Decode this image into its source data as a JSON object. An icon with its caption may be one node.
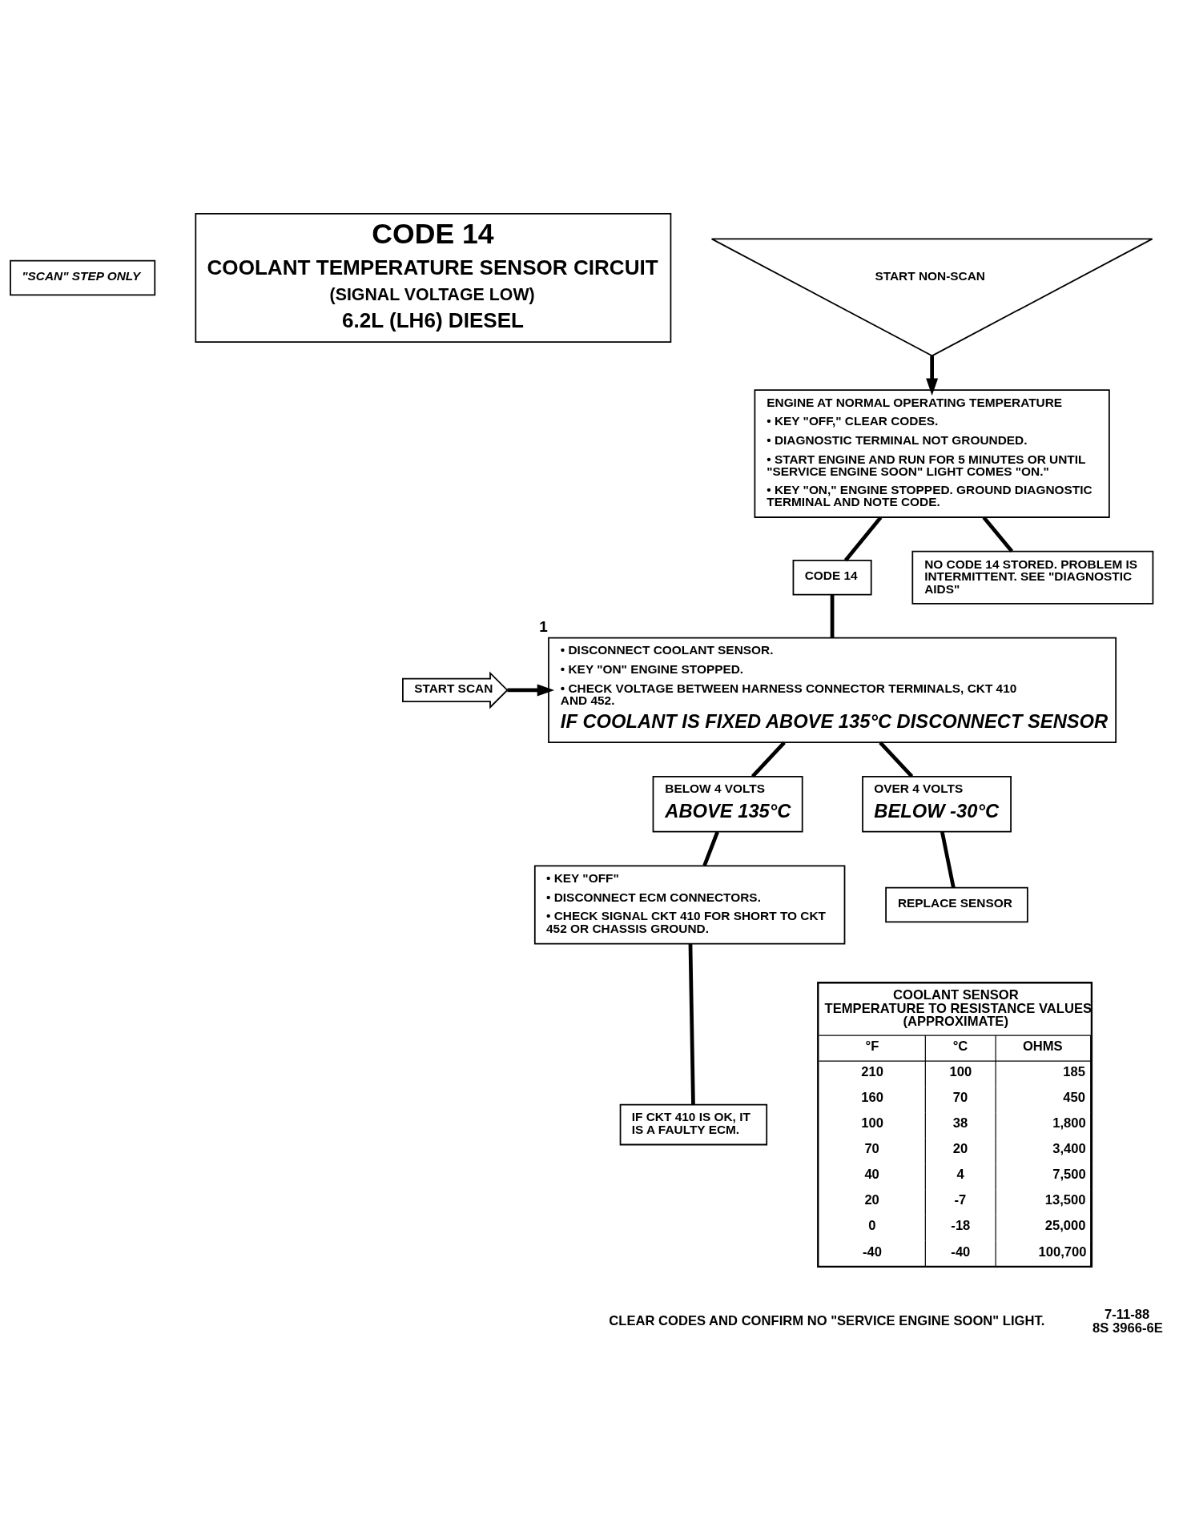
{
  "diagram": {
    "nodes": [
      {
        "text": [
          "\"SCAN\" STEP ONLY"
        ]
      },
      {
        "text": [
          "CODE 14",
          "COOLANT TEMPERATURE SENSOR CIRCUIT",
          "(SIGNAL VOLTAGE LOW)",
          "6.2L (LH6) DIESEL"
        ]
      },
      {
        "text": [
          "START NON-SCAN"
        ]
      },
      {
        "text": [
          "ENGINE AT NORMAL OPERATING TEMPERATURE",
          "• KEY \"OFF,\" CLEAR CODES.",
          "• DIAGNOSTIC TERMINAL NOT GROUNDED.",
          "• START ENGINE AND RUN FOR 5 MINUTES OR UNTIL \"SERVICE ENGINE SOON\" LIGHT COMES \"ON.\"",
          "• KEY \"ON,\" ENGINE STOPPED. GROUND DIAGNOSTIC TERMINAL AND NOTE CODE."
        ]
      },
      {
        "text": [
          "CODE 14"
        ]
      },
      {
        "text": [
          "NO CODE 14 STORED. PROBLEM IS INTERMITTENT. SEE \"DIAGNOSTIC AIDS\""
        ]
      },
      {
        "text": [
          "START SCAN"
        ]
      },
      {
        "text": [
          "• DISCONNECT COOLANT SENSOR.",
          "• KEY \"ON\" ENGINE STOPPED.",
          "• CHECK VOLTAGE BETWEEN HARNESS CONNECTOR TERMINALS, CKT 410 AND 452.",
          "IF COOLANT IS FIXED ABOVE 135°C DISCONNECT SENSOR"
        ],
        "beside": [
          "1"
        ]
      },
      {
        "text": [
          "BELOW 4 VOLTS",
          "ABOVE 135°C"
        ]
      },
      {
        "text": [
          "OVER 4 VOLTS",
          "BELOW -30°C"
        ]
      },
      {
        "text": [
          "REPLACE SENSOR"
        ]
      },
      {
        "text": [
          "• KEY \"OFF\"",
          "• DISCONNECT ECM CONNECTORS.",
          "• CHECK SIGNAL CKT 410 FOR SHORT TO CKT 452 OR CHASSIS GROUND."
        ]
      },
      {
        "text": [
          "IF CKT 410 IS OK, IT IS A FAULTY ECM."
        ]
      }
    ],
    "edges": [
      {
        "from": 2,
        "to": 3,
        "arrow": "to"
      },
      {
        "from": 3,
        "to": 4,
        "arrow": "none"
      },
      {
        "from": 3,
        "to": 5,
        "arrow": "none"
      },
      {
        "from": 4,
        "to": 7,
        "arrow": "none"
      },
      {
        "from": 6,
        "to": 7,
        "arrow": "to"
      },
      {
        "from": 7,
        "to": 8,
        "arrow": "none"
      },
      {
        "from": 7,
        "to": 9,
        "arrow": "none"
      },
      {
        "from": 9,
        "to": 10,
        "arrow": "none"
      },
      {
        "from": 8,
        "to": 11,
        "arrow": "none"
      },
      {
        "from": 11,
        "to": 12,
        "arrow": "none"
      }
    ],
    "labels": [
      "COOLANT SENSOR",
      "TEMPERATURE TO RESISTANCE VALUES",
      "(APPROXIMATE)",
      "°F",
      "°C",
      "OHMS",
      "210",
      "100",
      "185",
      "160",
      "70",
      "450",
      "100",
      "38",
      "1,800",
      "70",
      "20",
      "3,400",
      "40",
      "4",
      "7,500",
      "20",
      "-7",
      "13,500",
      "0",
      "-18",
      "25,000",
      "-40",
      "-40",
      "100,700",
      "CLEAR CODES AND CONFIRM NO \"SERVICE ENGINE SOON\" LIGHT.",
      "7-11-88",
      "8S 3966-6E"
    ]
  }
}
